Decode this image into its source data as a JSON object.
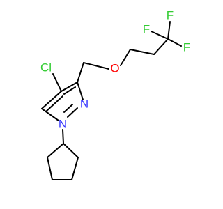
{
  "molecule": {
    "colors": {
      "carbon_bond": "#000000",
      "chlorine": "#33cc33",
      "oxygen": "#ff0000",
      "nitrogen": "#3333ff",
      "fluorine": "#33cc33"
    },
    "labels": {
      "cl": "Cl",
      "o": "O",
      "n_ring_top": "N",
      "n_ring_bottom": "N",
      "f_left": "F",
      "f_top": "F",
      "f_right": "F"
    }
  }
}
